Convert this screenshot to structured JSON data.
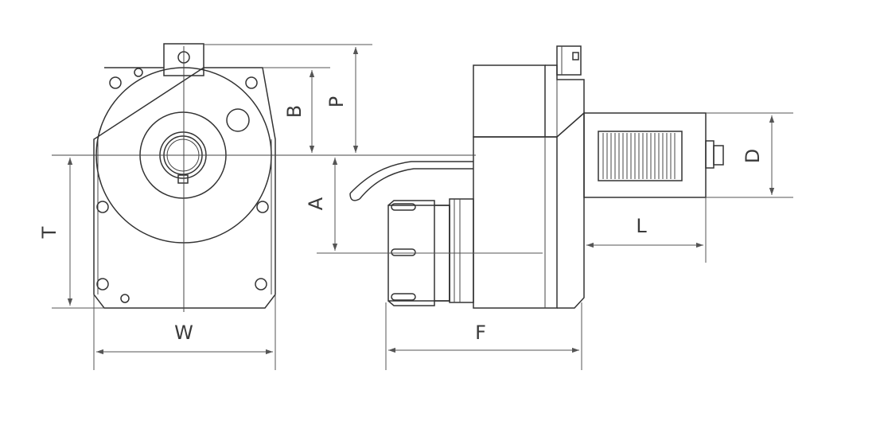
{
  "labels": {
    "W": "W",
    "T": "T",
    "B": "B",
    "P": "P",
    "A": "A",
    "F": "F",
    "L": "L",
    "D": "D"
  },
  "colors": {
    "line": "#333333",
    "dimension": "#555555",
    "background": "#ffffff"
  }
}
